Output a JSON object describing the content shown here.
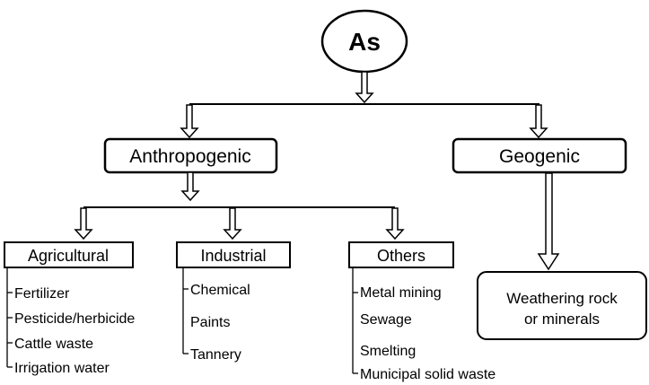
{
  "root": {
    "label": "As"
  },
  "anthropogenic": {
    "label": "Anthropogenic",
    "categories": [
      {
        "label": "Agricultural",
        "items": [
          "Fertilizer",
          "Pesticide/herbicide",
          "Cattle waste",
          "Irrigation water"
        ]
      },
      {
        "label": "Industrial",
        "items": [
          "Chemical",
          "Paints",
          "Tannery"
        ]
      },
      {
        "label": "Others",
        "items": [
          "Metal mining",
          "Sewage",
          "Smelting",
          "Municipal solid waste"
        ]
      }
    ]
  },
  "geogenic": {
    "label": "Geogenic",
    "detail": {
      "line1": "Weathering rock",
      "line2": "or minerals"
    }
  },
  "colors": {
    "stroke": "#000000",
    "fill": "#ffffff"
  }
}
